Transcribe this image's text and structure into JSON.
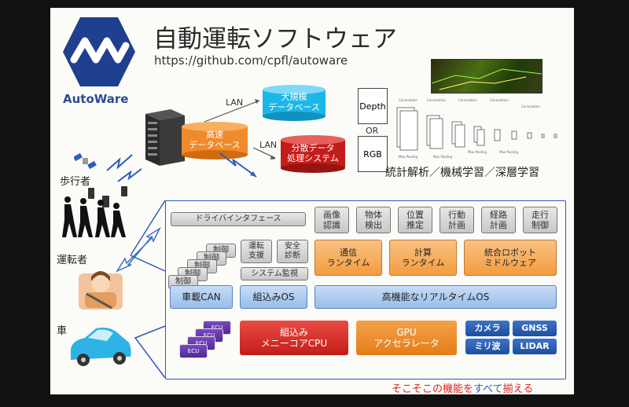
{
  "header": {
    "title": "自動運転ソフトウェア",
    "url": "https://github.com/cpfl/autoware",
    "brand": "AutoWare"
  },
  "network": {
    "lan1": "LAN",
    "lan2": "LAN"
  },
  "databases": {
    "local": "高速\nデータベース",
    "large": "大規模\nデータベース",
    "distributed": "分散データ\n処理システム"
  },
  "nn": {
    "depth": "Depth",
    "or": "OR",
    "rgb": "RGB",
    "analysis": "統計解析／機械学習／深層学習"
  },
  "actors": {
    "pedestrian": "歩行者",
    "driver": "運転者",
    "car": "車"
  },
  "stack": {
    "driver_interface": "ドライバインタフェース",
    "top_modules": [
      "画像\n認識",
      "物体\n検出",
      "位置\n推定",
      "行動\n計画",
      "経路\n計画",
      "走行\n制御"
    ],
    "control_label": "制御",
    "drive_support": "運転\n支援",
    "safety_diag": "安全\n診断",
    "system_monitor": "システム監視",
    "comm_runtime": "通信\nランタイム",
    "calc_runtime": "計算\nランタイム",
    "robot_middleware": "統合ロボット\nミドルウェア",
    "vehicle_can": "車載CAN",
    "embedded_os": "組込みOS",
    "rtos": "高機能なリアルタイムOS",
    "ecu_label": "ECU",
    "cpu": "組込み\nメニーコアCPU",
    "gpu": "GPU\nアクセラレータ",
    "sensors": [
      "カメラ",
      "GNSS",
      "ミリ波",
      "LIDAR"
    ]
  },
  "footer": {
    "prefix": "そこそこの機能を",
    "emph": "すべて",
    "suffix": "揃える"
  },
  "colors": {
    "brand": "#2a4b93",
    "accent_red": "#d22",
    "orange": "#f39c3e",
    "blue_box": "#98bde9"
  }
}
